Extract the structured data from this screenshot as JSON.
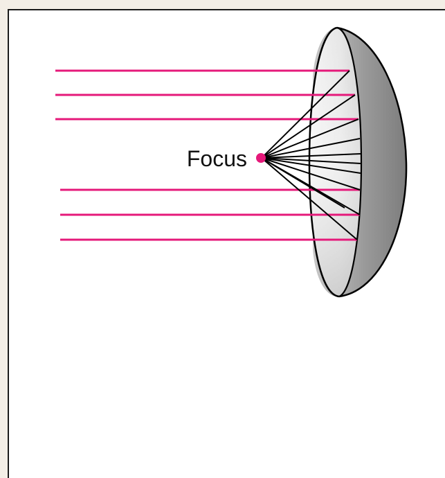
{
  "diagram": {
    "focus_label": "Focus",
    "colors": {
      "ray": "#e5197a",
      "focus_dot": "#e5197a",
      "reflected": "#000000",
      "dish_outline": "#000000"
    },
    "incoming_ray_count": 6,
    "reflected_ray_count": 11,
    "icons": [
      "parabolic-dish-icon"
    ]
  }
}
